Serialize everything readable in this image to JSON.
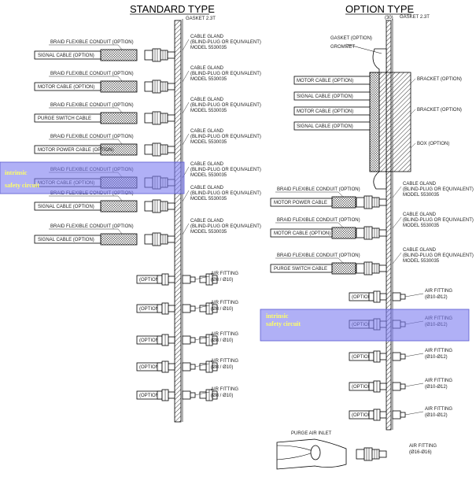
{
  "titles": {
    "standard": "STANDARD TYPE",
    "option": "OPTION TYPE"
  },
  "std": {
    "gasket": "GASKET 2.3T",
    "conduits": [
      "BRAID FLEXIBLE CONDUIT (OPTION)",
      "BRAID FLEXIBLE CONDUIT (OPTION)",
      "BRAID FLEXIBLE CONDUIT (OPTION)",
      "BRAID FLEXIBLE CONDUIT (OPTION)",
      "BRAID FLEXIBLE CONDUIT (OPTION)",
      "BRAID FLEXIBLE CONDUIT (OPTION)",
      "BRAID FLEXIBLE CONDUIT (OPTION)"
    ],
    "cables": [
      "SIGNAL CABLE (OPTION)",
      "MOTOR CABLE (OPTION)",
      "PURGE SWITCH CABLE",
      "MOTOR POWER CABLE (OPTION)",
      "MOTOR CABLE (OPTION)",
      "SIGNAL CABLE (OPTION)",
      "SIGNAL CABLE (OPTION)"
    ],
    "glands": [
      "CABLE GLAND (BLIND-PLUG OR EQUIVALENT) MODEL 5530035",
      "CABLE GLAND (BLIND-PLUG OR EQUIVALENT) MODEL 5530035",
      "CABLE GLAND (BLIND-PLUG OR EQUIVALENT) MODEL 5530035",
      "CABLE GLAND (BLIND-PLUG OR EQUIVALENT) MODEL 5530035",
      "CABLE GLAND (BLIND-PLUG OR EQUIVALENT) MODEL 5530035",
      "CABLE GLAND (BLIND-PLUG OR EQUIVALENT) MODEL 5530035",
      "CABLE GLAND (BLIND-PLUG OR EQUIVALENT) MODEL 5530035"
    ],
    "air_fittings": [
      "AIR FITTING",
      "AIR FITTING",
      "AIR FITTING",
      "AIR FITTING",
      "AIR FITTING"
    ],
    "air_sizes": [
      "(Ø8 / Ø10)",
      "(Ø8 / Ø10)",
      "(Ø8 / Ø10)",
      "(Ø8 / Ø10)",
      "(Ø8 / Ø10)"
    ],
    "options": [
      "(OPTION)",
      "(OPTION)",
      "(OPTION)",
      "(OPTION)",
      "(OPTION)"
    ]
  },
  "opt": {
    "gasket": "GASKET (OPTION)",
    "dim": "(30)",
    "gasket2": "GASKET 2.3T",
    "grommet": "GROMMET",
    "bracket_left": [
      "MOTOR CABLE (OPTION)",
      "SIGNAL CABLE (OPTION)",
      "MOTOR CABLE (OPTION)",
      "SIGNAL CABLE (OPTION)"
    ],
    "bracket_right": [
      "BRACKET (OPTION)",
      "BRACKET (OPTION)",
      "BOX (OPTION)"
    ],
    "conduits": [
      "BRAID FLEXIBLE CONDUIT (OPTION)",
      "BRAID FLEXIBLE CONDUIT (OPTION)",
      "BRAID FLEXIBLE CONDUIT (OPTION)"
    ],
    "cables": [
      "MOTOR POWER CABLE",
      "MOTOR CABLE (OPTION)",
      "PURGE SWITCH CABLE"
    ],
    "glands": [
      "CABLE GLAND (BLIND-PLUG OR EQUIVALENT) MODEL 5530035",
      "CABLE GLAND (BLIND-PLUG OR EQUIVALENT) MODEL 5530035",
      "CABLE GLAND (BLIND-PLUG OR EQUIVALENT) MODEL 5530035"
    ],
    "air_fittings": [
      "AIR FITTING",
      "AIR FITTING",
      "AIR FITTING",
      "AIR FITTING",
      "AIR FITTING"
    ],
    "air_sizes": [
      "(Ø10-Ø12)",
      "(Ø10-Ø12)",
      "(Ø10-Ø12)",
      "(Ø10-Ø12)",
      "(Ø10-Ø12)"
    ],
    "options": [
      "(OPTION)",
      "(OPTION)",
      "(OPTION)",
      "(OPTION)",
      "(OPTION)"
    ],
    "purge_inlet": "PURGE AIR INLET",
    "purge_fitting": "AIR FITTING",
    "purge_size": "(Ø16-Ø16)"
  },
  "highlight": {
    "line1": "intrinsic",
    "line2": "safety circuit",
    "opt_line1": "intrinsic",
    "opt_line2": "safety circuit",
    "color": "#8c8cf0"
  }
}
